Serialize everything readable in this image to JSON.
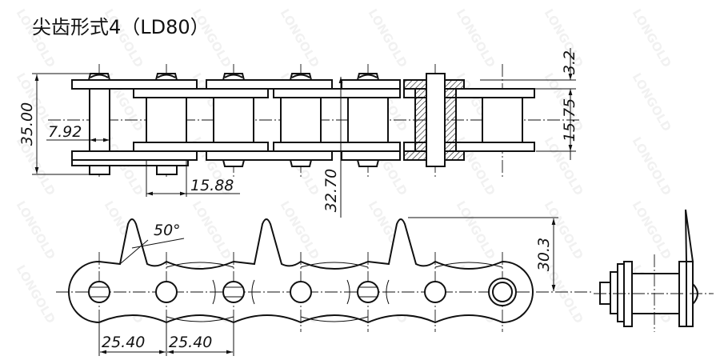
{
  "title": "尖齿形式4（LD80）",
  "watermark": "LONGOLD",
  "dimensions": {
    "overall_width": "35.00",
    "pin_diameter": "7.92",
    "roller_diameter": "15.88",
    "attachment_height": "32.70",
    "plate_thickness": "3.2",
    "inner_width": "15.75",
    "tooth_angle": "50°",
    "tooth_height": "30.3",
    "pitch_1": "25.40",
    "pitch_2": "25.40"
  }
}
